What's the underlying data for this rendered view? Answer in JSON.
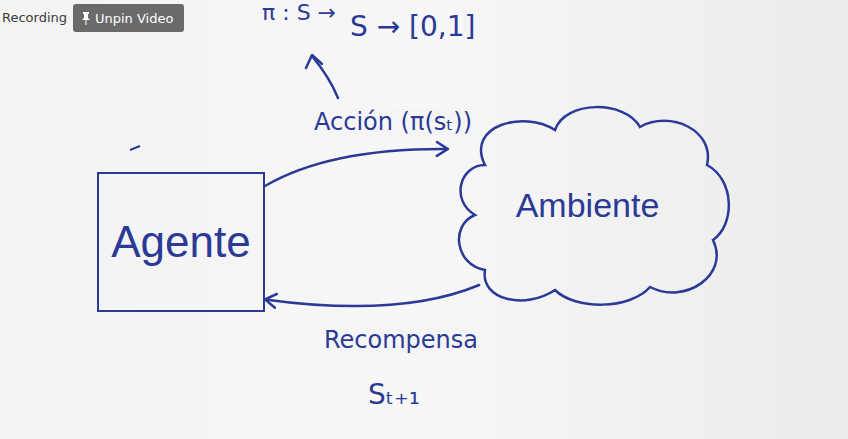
{
  "diagram": {
    "nodes": [
      {
        "text": [
          "Unpin Video"
        ]
      },
      {
        "text": [
          "Agente"
        ]
      },
      {
        "text": [
          "Ambiente"
        ]
      }
    ],
    "edges": [
      {
        "from": 1,
        "to": 2,
        "arrow": "to",
        "label": "Acción (π(sₜ))"
      },
      {
        "from": 2,
        "to": 1,
        "arrow": "to",
        "label": "Recompensa"
      }
    ],
    "labels": [
      "Recording",
      "π : S →",
      "S → [0,1]",
      "Sₜ₊₁"
    ]
  }
}
